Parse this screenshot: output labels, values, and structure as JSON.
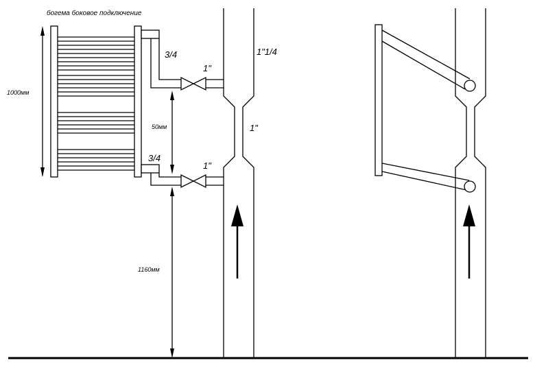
{
  "labels": {
    "title": "богема боковое подключение",
    "height_radiator": "1000мм",
    "spacing": "50мм",
    "floor_height": "1160мм",
    "riser_size": "1\"1/4",
    "bypass_size": "1\"",
    "pipe_top": "3/4",
    "pipe_bottom": "3/4",
    "valve_top": "1\"",
    "valve_bottom": "1\""
  },
  "colors": {
    "line": "#000000",
    "background": "#ffffff"
  }
}
